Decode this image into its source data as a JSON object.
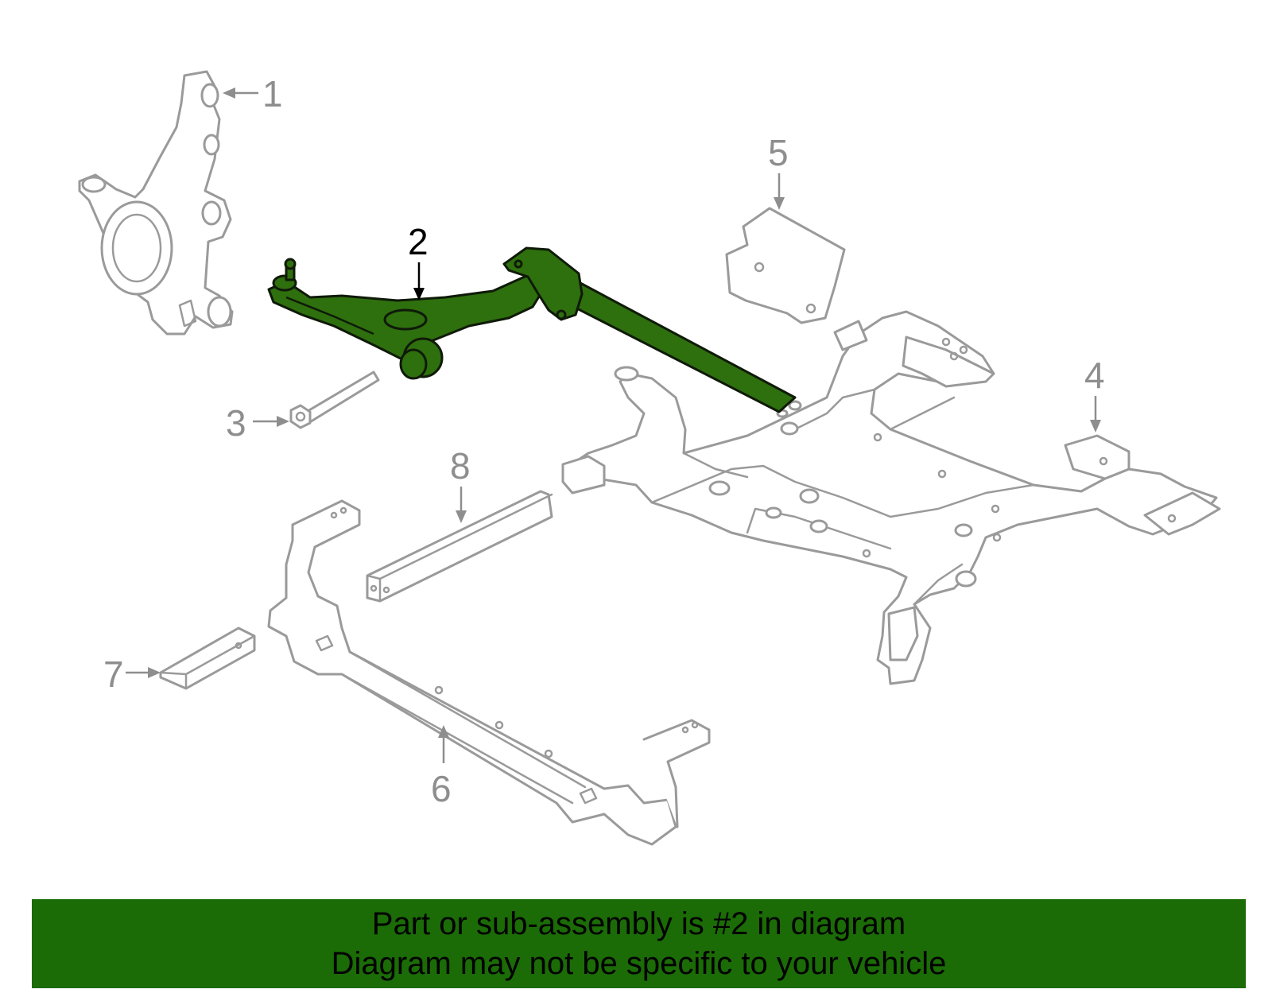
{
  "diagram": {
    "highlight_color": "#2e6f0e",
    "outline_color": "#9a9a9a",
    "callouts": [
      {
        "label": "1",
        "part": "steering-knuckle"
      },
      {
        "label": "2",
        "part": "lower-control-arm",
        "highlighted": true
      },
      {
        "label": "3",
        "part": "bolt"
      },
      {
        "label": "4",
        "part": "mount-bracket-right"
      },
      {
        "label": "5",
        "part": "heat-shield-plate"
      },
      {
        "label": "6",
        "part": "crossmember-brace"
      },
      {
        "label": "7",
        "part": "small-bracket"
      },
      {
        "label": "8",
        "part": "reinforcement-bar"
      }
    ]
  },
  "banner": {
    "background": "#1b6b07",
    "line1": "Part or sub-assembly is #2 in diagram",
    "line2": "Diagram may not be specific to your vehicle"
  }
}
